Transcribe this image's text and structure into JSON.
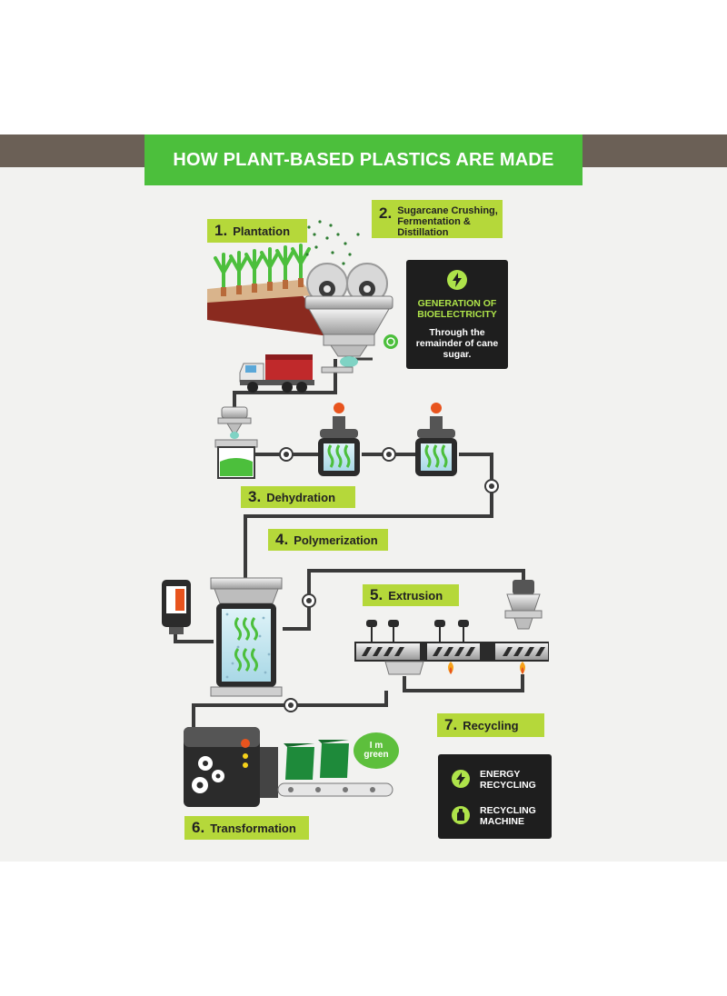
{
  "title": "HOW PLANT-BASED PLASTICS ARE MADE",
  "steps": [
    {
      "num": "1.",
      "label": "Plantation"
    },
    {
      "num": "2.",
      "label": "Sugarcane Crushing, Fermentation & Distillation"
    },
    {
      "num": "3.",
      "label": "Dehydration"
    },
    {
      "num": "4.",
      "label": "Polymerization"
    },
    {
      "num": "5.",
      "label": "Extrusion"
    },
    {
      "num": "6.",
      "label": "Transformation"
    },
    {
      "num": "7.",
      "label": "Recycling"
    }
  ],
  "bioelectricity": {
    "title": "GENERATION OF BIOELECTRICITY",
    "description": "Through the remainder of cane sugar.",
    "icon": "lightning-icon"
  },
  "recycling_box": {
    "items": [
      {
        "label": "ENERGY RECYCLING",
        "icon": "lightning-icon"
      },
      {
        "label": "RECYCLING MACHINE",
        "icon": "bottle-icon"
      }
    ]
  },
  "bubble_text": "I m green",
  "colors": {
    "green": "#4cbf3c",
    "lime": "#b5d83a",
    "dark": "#1e1e1e",
    "band": "#6b6056",
    "pipe": "#3a3a3a",
    "truck_red": "#c0292b",
    "accent_orange": "#e8541e"
  }
}
